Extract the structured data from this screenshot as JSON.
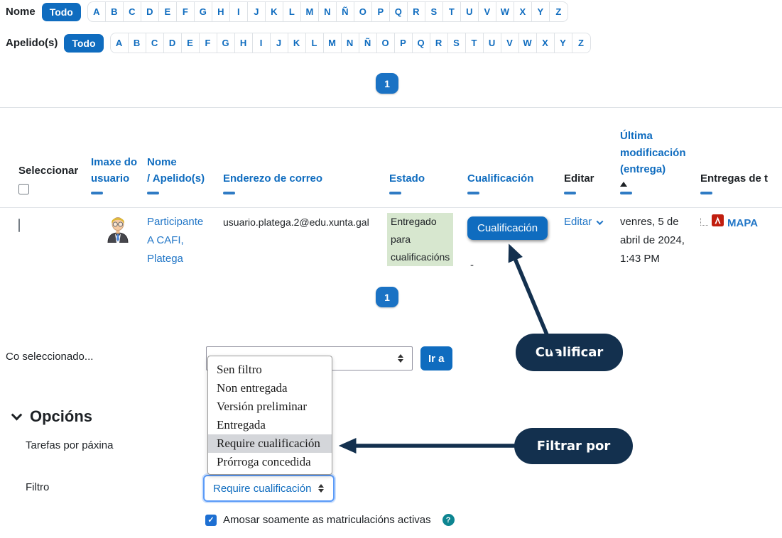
{
  "palette": {
    "brand_blue": "#0f6cbf",
    "link_blue": "#2176c7",
    "callout_navy": "#13304e",
    "status_green_bg": "#d7e7cf",
    "help_teal": "#0d8591",
    "border_gray": "#dee2e6",
    "focus_blue": "#5b9bf8",
    "pdf_red": "#c11e0f"
  },
  "filters": {
    "name": {
      "label": "Nome",
      "all_label": "Todo",
      "letters": [
        "A",
        "B",
        "C",
        "D",
        "E",
        "F",
        "G",
        "H",
        "I",
        "J",
        "K",
        "L",
        "M",
        "N",
        "Ñ",
        "O",
        "P",
        "Q",
        "R",
        "S",
        "T",
        "U",
        "V",
        "W",
        "X",
        "Y",
        "Z"
      ]
    },
    "surname": {
      "label": "Apelido(s)",
      "all_label": "Todo",
      "letters": [
        "A",
        "B",
        "C",
        "D",
        "E",
        "F",
        "G",
        "H",
        "I",
        "J",
        "K",
        "L",
        "M",
        "N",
        "Ñ",
        "O",
        "P",
        "Q",
        "R",
        "S",
        "T",
        "U",
        "V",
        "W",
        "X",
        "Y",
        "Z"
      ]
    }
  },
  "pagination": {
    "current": "1"
  },
  "table": {
    "headers": {
      "select": "Seleccionar",
      "image": "Imaxe do usuario",
      "name_line1": "Nome",
      "name_line2": "/ Apelido(s)",
      "email": "Enderezo de correo",
      "status": "Estado",
      "grade": "Cualificación",
      "edit": "Editar",
      "modified": "Última modificación (entrega)",
      "submissions": "Entregas de t"
    },
    "row": {
      "name_lines": [
        "Participante",
        "A CAFI,",
        "Platega"
      ],
      "email": "usuario.platega.2@edu.xunta.gal",
      "status_lines": [
        "Entregado",
        "para",
        "cualificacións"
      ],
      "grade_button": "Cualificación",
      "grade_value": "-",
      "edit_label": "Editar",
      "modified_lines": [
        "venres, 5 de",
        "abril de 2024,",
        "1:43 PM"
      ],
      "file_name": "MAPA"
    }
  },
  "bulk_actions": {
    "label": "Co seleccionado...",
    "go_button": "Ir a"
  },
  "status_dropdown": {
    "options": [
      "Sen filtro",
      "Non entregada",
      "Versión preliminar",
      "Entregada",
      "Require cualificación",
      "Prórroga concedida"
    ],
    "highlighted": "Require cualificación"
  },
  "options_section": {
    "title": "Opcións",
    "per_page_label": "Tarefas por páxina",
    "filter_label": "Filtro",
    "filter_value": "Require cualificación",
    "active_enrolments_label": "Amosar soamente as matriculacións activas"
  },
  "callouts": {
    "grade": "Cualificar",
    "filter": "Filtrar por"
  }
}
